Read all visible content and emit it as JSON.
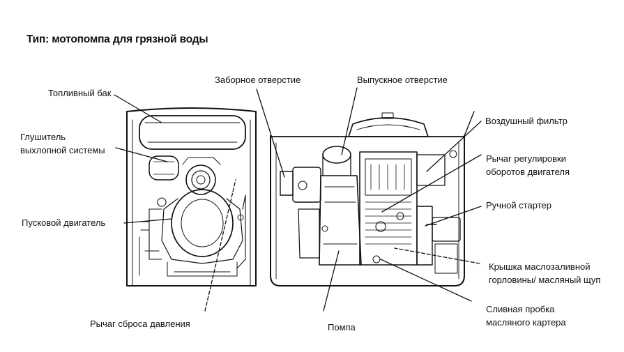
{
  "title": "Тип: мотопомпа для грязной воды",
  "labels": {
    "fuel_tank": "Топливный бак",
    "muffler_line1": "Глушитель",
    "muffler_line2": "выхлопной системы",
    "starter_engine": "Пусковой двигатель",
    "pressure_lever": "Рычаг сброса давления",
    "intake": "Заборное отверстие",
    "outlet": "Выпускное отверстие",
    "air_filter": "Воздушный фильтр",
    "speed_lever_line1": "Рычаг регулировки",
    "speed_lever_line2": "оборотов двигателя",
    "recoil_starter": "Ручной стартер",
    "oil_cap_line1": "Крышка маслозаливной",
    "oil_cap_line2": "горловины/ масляный щуп",
    "pump": "Помпа",
    "drain_line1": "Сливная пробка",
    "drain_line2": "масляного картера"
  },
  "colors": {
    "ink": "#111111",
    "background": "#ffffff"
  }
}
